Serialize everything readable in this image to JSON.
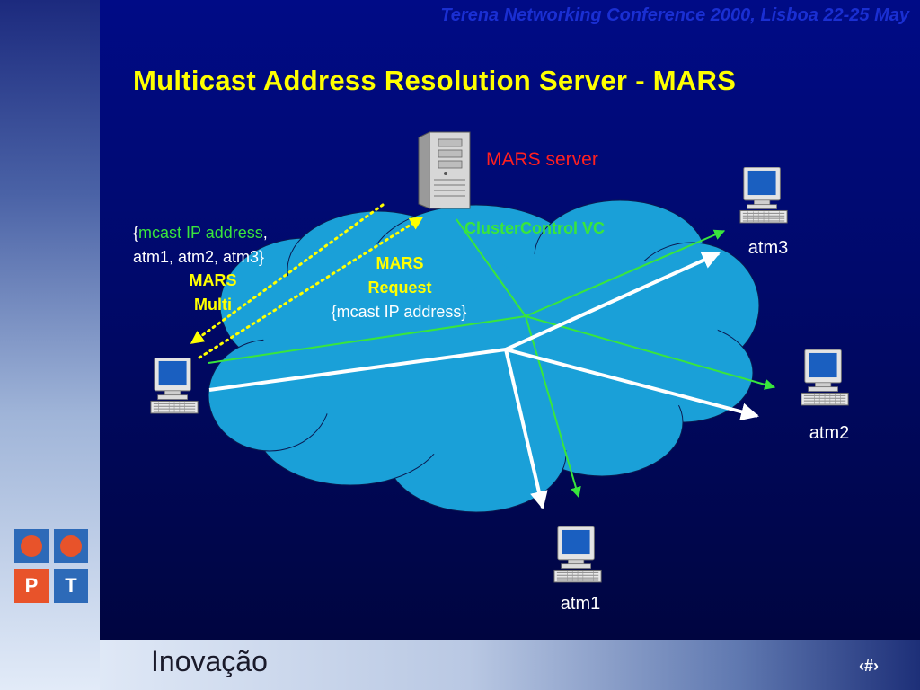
{
  "header": {
    "conference": "Terena Networking Conference 2000, Lisboa 22-25 May"
  },
  "slide": {
    "title": "Multicast Address Resolution Server - MARS"
  },
  "diagram": {
    "server_label": "MARS server",
    "vc_label": "ClusterControl VC",
    "reply_list": {
      "open": "{",
      "highlight": "mcast IP address",
      "comma": ",",
      "line2": "atm1, atm2, atm3}"
    },
    "multi_line1": "MARS",
    "multi_line2": "Multi",
    "request_line1": "MARS",
    "request_line2": "Request",
    "request_line3": "{mcast IP address}",
    "hosts": {
      "atm1": "atm1",
      "atm2": "atm2",
      "atm3": "atm3"
    }
  },
  "logo": {
    "left_letter": "P",
    "right_letter": "T"
  },
  "footer": {
    "brand": "Inovação",
    "page_number": "‹#›"
  },
  "colors": {
    "title": "#ffff00",
    "header": "#1a2fd2",
    "server_label": "#ff2020",
    "vc_green": "#39e63c",
    "cloud": "#1aa0d8",
    "logo_dot": "#e8532a",
    "logo_square": "#2d6ab8"
  }
}
